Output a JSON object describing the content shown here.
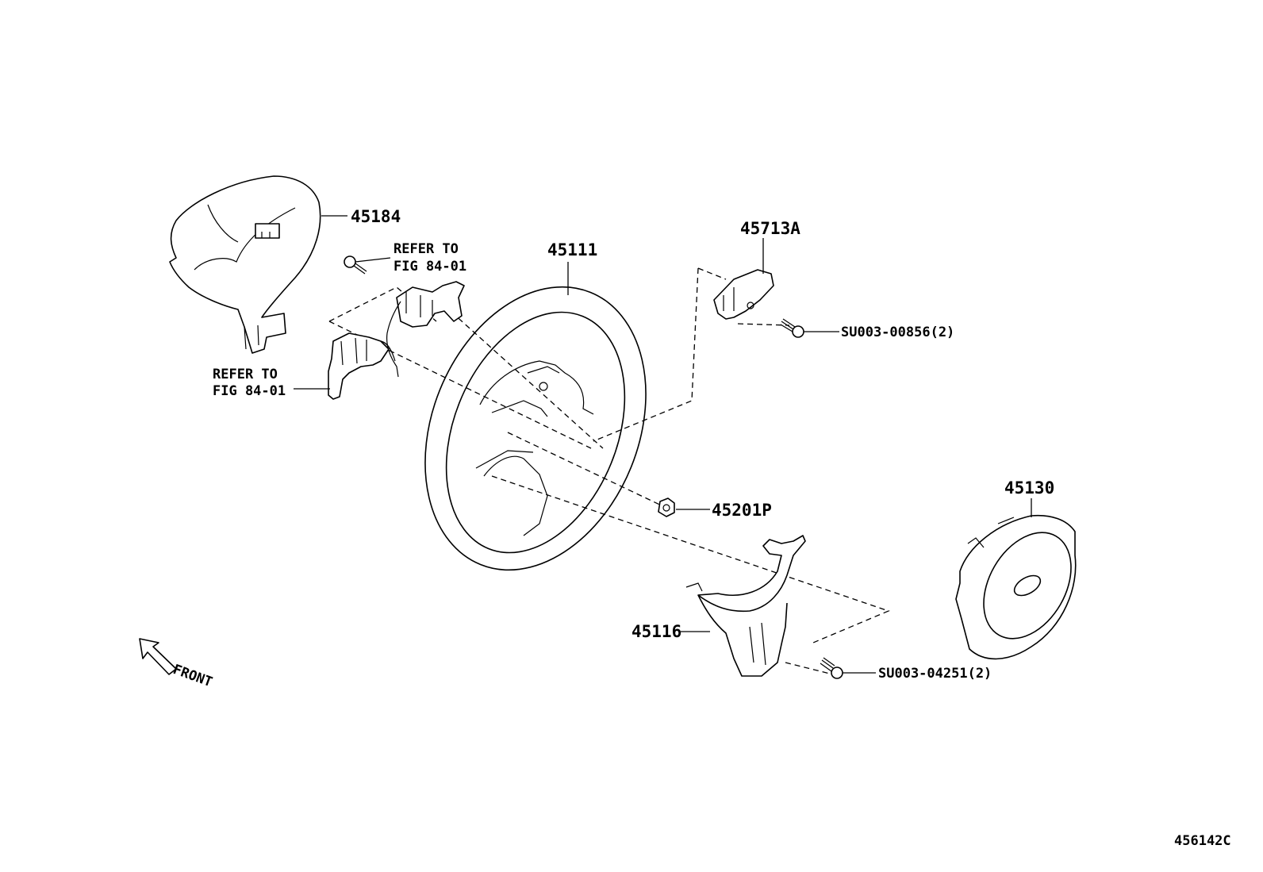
{
  "diagram": {
    "parts": {
      "p45184": "45184",
      "p45111": "45111",
      "p45713a": "45713A",
      "p45201p": "45201P",
      "p45130": "45130",
      "p45116": "45116",
      "su00856": "SU003-00856(2)",
      "su04251": "SU003-04251(2)"
    },
    "refer_upper": {
      "line1": "REFER TO",
      "line2": "FIG 84-01"
    },
    "refer_lower": {
      "line1": "REFER TO",
      "line2": "FIG 84-01"
    },
    "front_label": "FRONT",
    "drawing_id": "456142C"
  }
}
